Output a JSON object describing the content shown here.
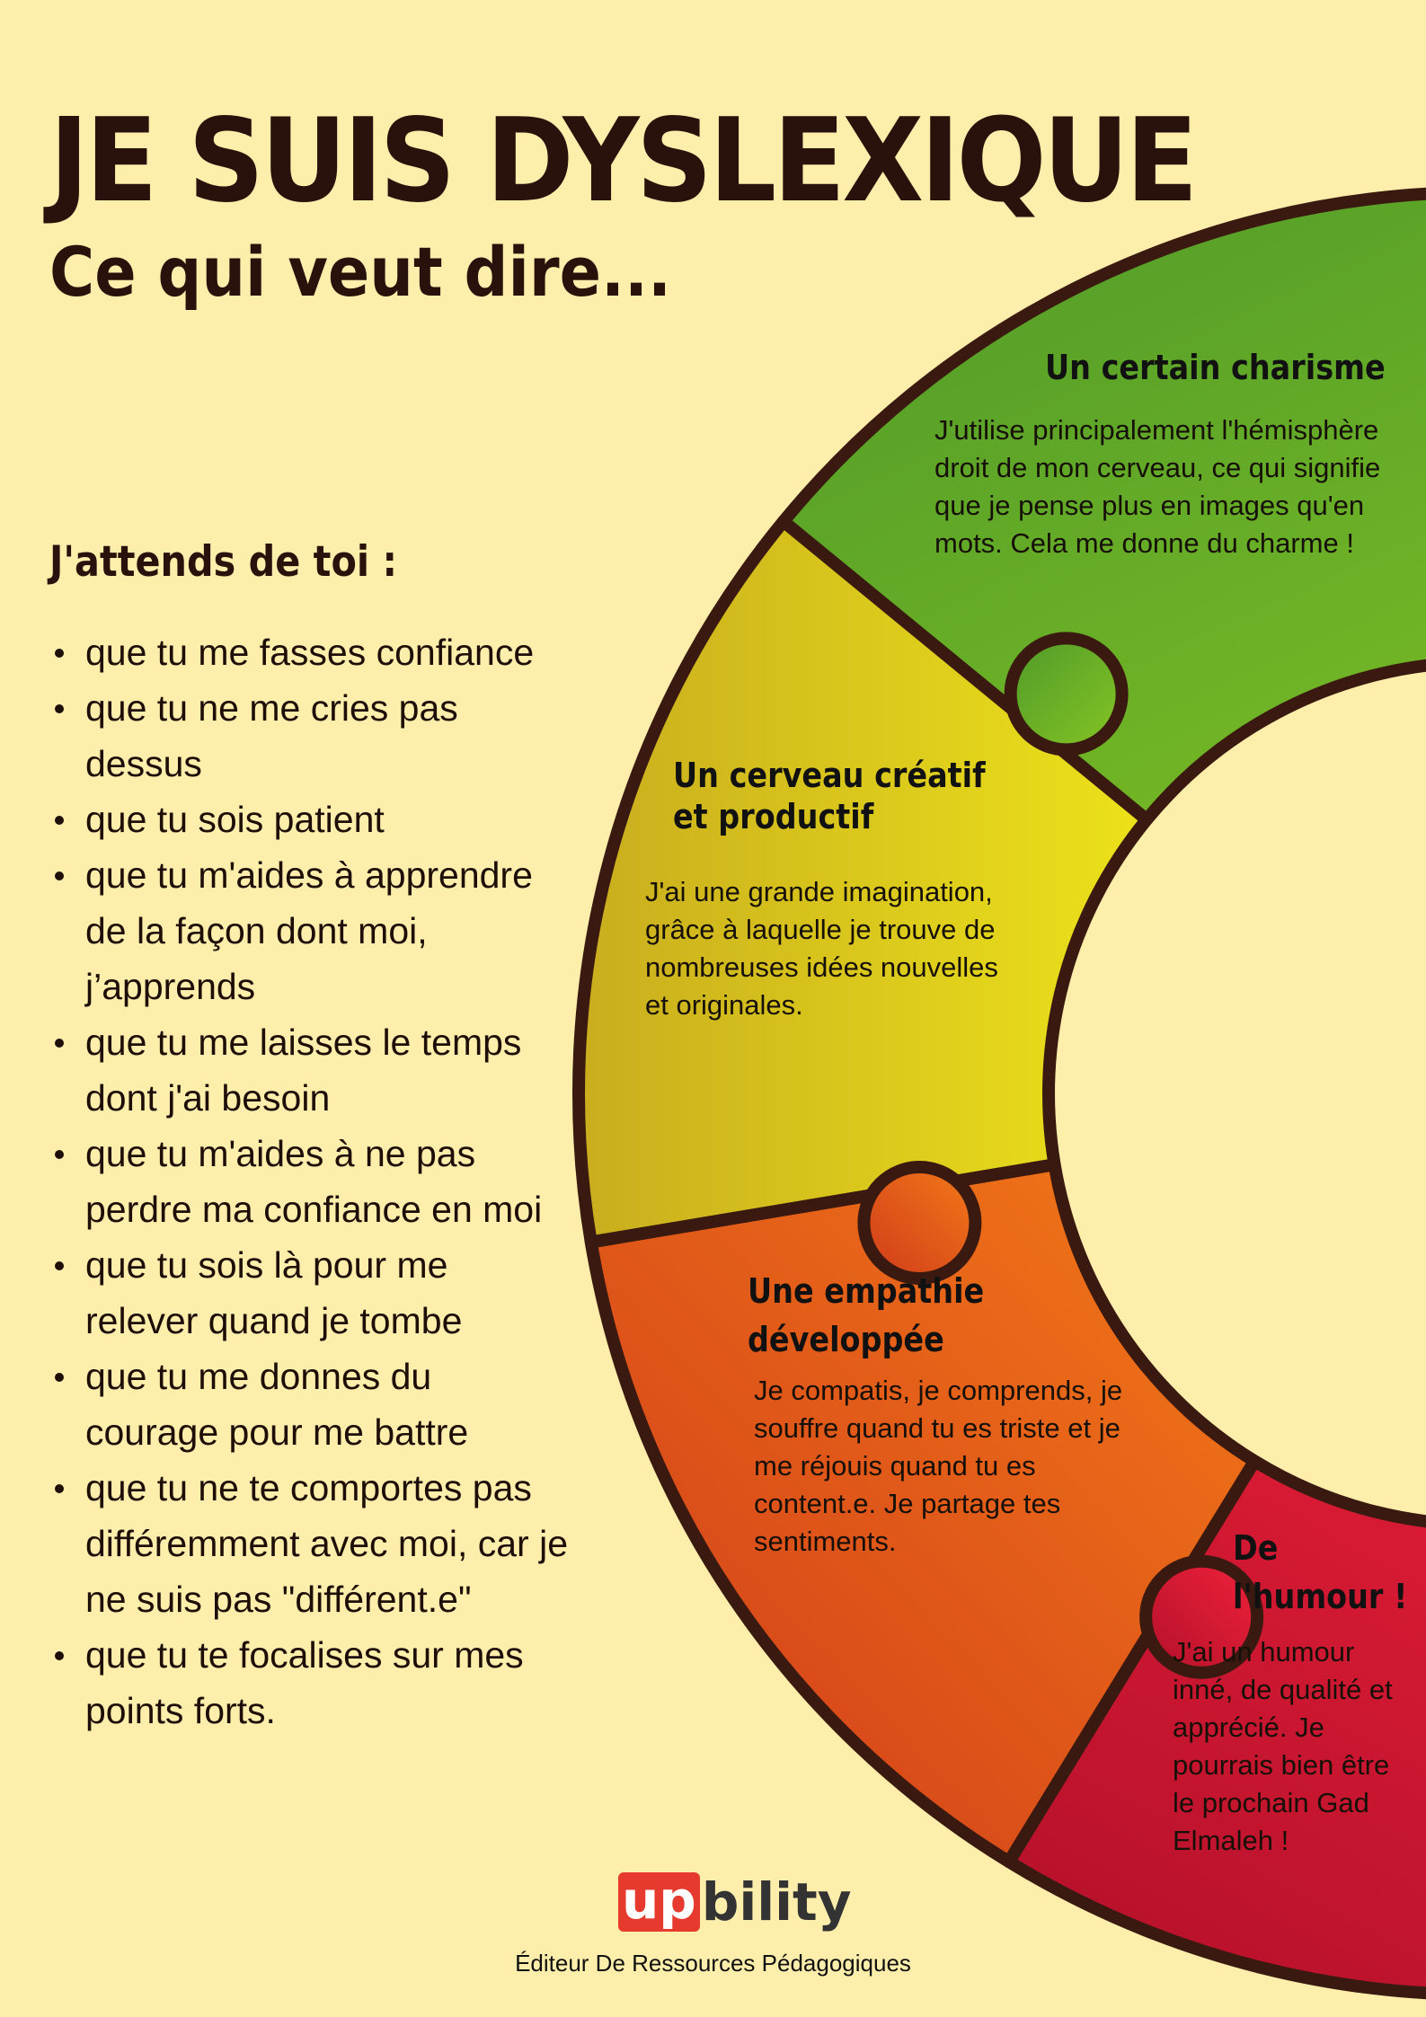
{
  "header": {
    "title": "JE SUIS DYSLEXIQUE",
    "subtitle": "Ce qui veut dire..."
  },
  "expectations": {
    "heading": "J'attends de toi :",
    "items": [
      "que tu me fasses confiance",
      "que tu ne me cries pas dessus",
      "que tu sois patient",
      "que tu m'aides à apprendre de la façon dont moi, j’apprends",
      "que tu me laisses le temps dont j'ai besoin",
      "que tu m'aides à ne pas perdre ma confiance en moi",
      "que tu sois là pour me relever quand je tombe",
      "que tu me donnes du courage pour me battre",
      "que tu ne te comportes pas différemment avec moi, car je ne suis pas \"différent.e\"",
      "que tu te focalises sur mes points forts."
    ]
  },
  "segments": {
    "green": {
      "title": "Un certain charisme",
      "body": [
        "J'utilise principalement l'hémisphère",
        "droit de mon cerveau, ce qui signifie",
        "que je pense plus en images qu'en",
        "mots. Cela me donne du charme !"
      ]
    },
    "yellow": {
      "title": [
        "Un cerveau créatif",
        "et productif"
      ],
      "body": [
        "J'ai une grande imagination,",
        "grâce à laquelle je trouve de",
        "nombreuses idées nouvelles",
        "et originales."
      ]
    },
    "orange": {
      "title": [
        "Une empathie",
        "développée"
      ],
      "body": [
        "Je compatis, je comprends, je",
        "souffre quand tu es triste et je",
        "me réjouis quand tu es",
        "content.e. Je partage tes",
        "sentiments."
      ]
    },
    "red": {
      "title": [
        "De",
        "l'humour !"
      ],
      "body": [
        "J'ai un humour",
        "inné, de qualité et",
        "apprécié. Je",
        "pourrais bien être",
        "le prochain Gad",
        "Elmaleh !"
      ]
    }
  },
  "colors": {
    "background": "#fdeeab",
    "outline": "#3a1a10",
    "green": "#6fb52a",
    "yellow": "#e2d51c",
    "orange": "#ea6a1c",
    "red": "#e0192e"
  },
  "footer": {
    "logo_up": "up",
    "logo_rest": "bility",
    "tagline": "Éditeur De Ressources Pédagogiques"
  }
}
